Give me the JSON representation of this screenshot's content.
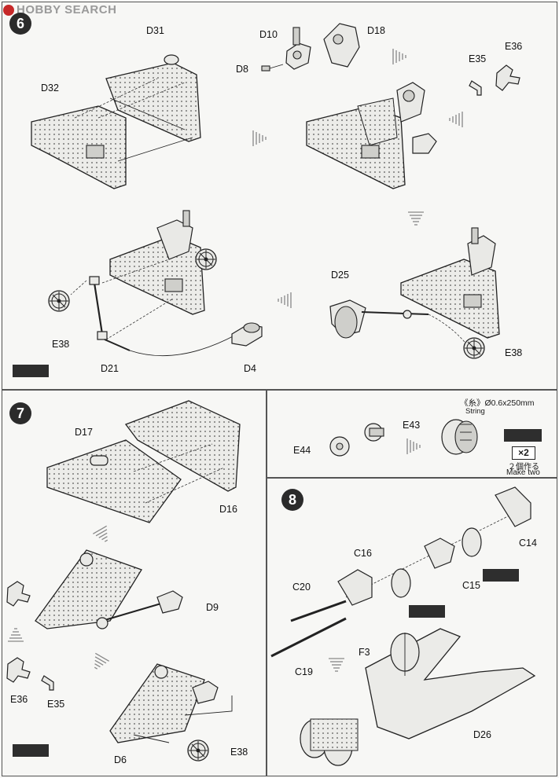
{
  "header": {
    "logo_icon": "hobbysearch-logo-icon",
    "watermark": "HOBBY SEARCH"
  },
  "steps": {
    "s6": {
      "number": "6"
    },
    "s7": {
      "number": "7"
    },
    "s8": {
      "number": "8"
    }
  },
  "labels": {
    "D31": "D31",
    "D32": "D32",
    "D10": "D10",
    "D18": "D18",
    "D8": "D8",
    "E35a": "E35",
    "E36a": "E36",
    "D25": "D25",
    "E38a": "E38",
    "E38b": "E38",
    "D21": "D21",
    "D4": "D4",
    "D17": "D17",
    "D16": "D16",
    "D9": "D9",
    "E36b": "E36",
    "E35b": "E35",
    "D6": "D6",
    "E38c": "E38",
    "E43": "E43",
    "E44": "E44",
    "C16": "C16",
    "C14": "C14",
    "C20": "C20",
    "C15": "C15",
    "F3": "F3",
    "C19": "C19",
    "D26": "D26"
  },
  "string_note": {
    "kanji": "《糸》",
    "spec": "Ø0.6x250mm",
    "english": "String"
  },
  "make_two": {
    "badge": "×2",
    "japanese": "２個作る",
    "english": "Make two"
  },
  "colors": {
    "step_badge": "#2b2b2b",
    "arrow_hatch": "#888888",
    "frame": "#555555"
  }
}
